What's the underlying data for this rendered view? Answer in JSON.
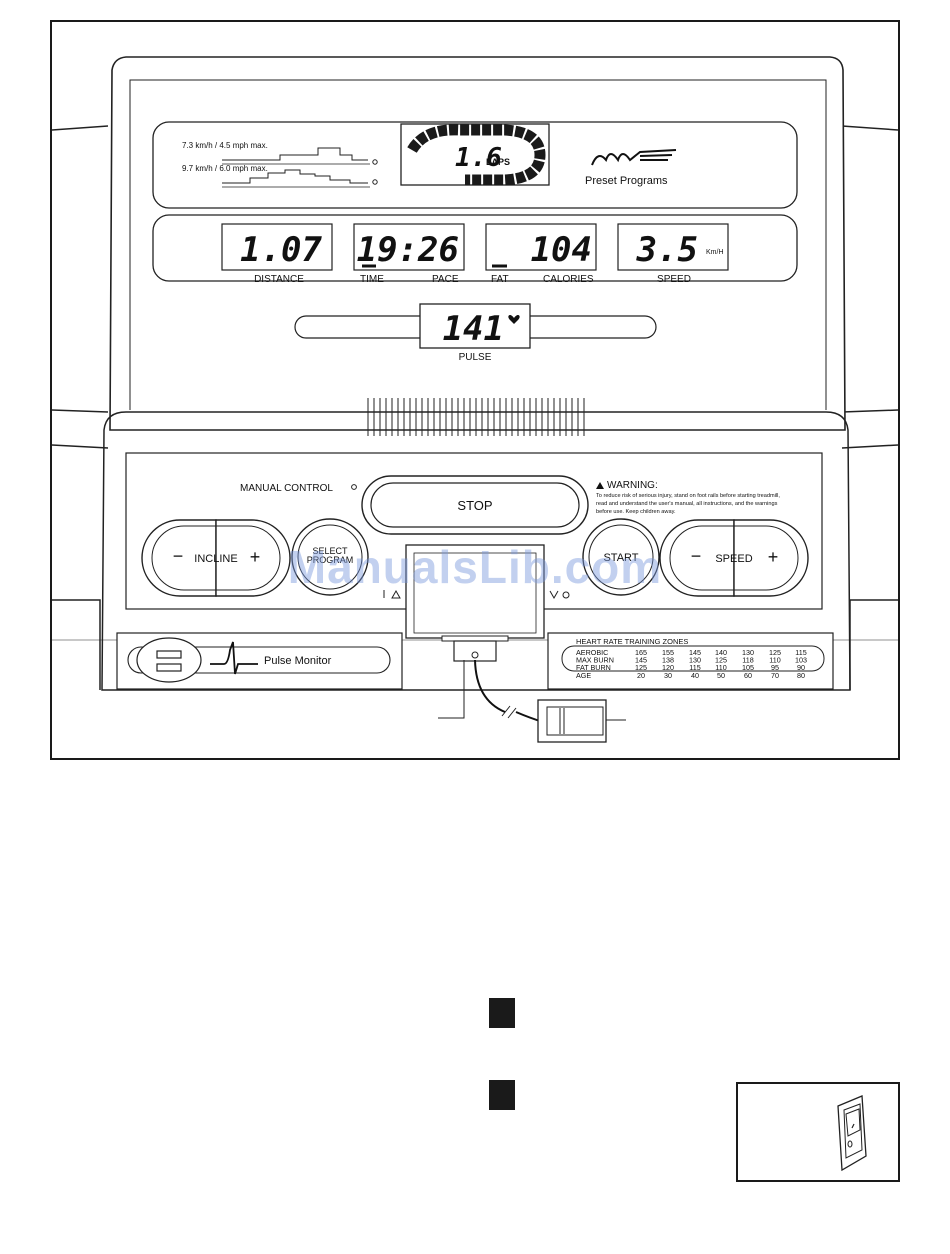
{
  "console": {
    "profile": {
      "line1": "7.3 km/h / 4.5 mph max.",
      "line2": "9.7 km/h / 6.0 mph max."
    },
    "track": {
      "value": "1.6",
      "unit": "LAPS"
    },
    "preset": {
      "label": "Preset Programs"
    },
    "displays": {
      "distance": {
        "value": "1.07",
        "label": "DISTANCE"
      },
      "time": {
        "value": "19:26",
        "label_left": "TIME",
        "label_right": "PACE"
      },
      "calories": {
        "value": "104",
        "label_left": "FAT",
        "label_right": "CALORIES"
      },
      "speed": {
        "value": "3.5",
        "unit": "Km/H",
        "label": "SPEED"
      }
    },
    "pulse": {
      "value": "141",
      "label": "PULSE"
    },
    "manual_control": "MANUAL CONTROL",
    "buttons": {
      "stop": "STOP",
      "incline": "INCLINE",
      "select_program_line1": "SELECT",
      "select_program_line2": "PROGRAM",
      "start": "START",
      "speed": "SPEED",
      "minus": "−",
      "plus": "+"
    },
    "warning": {
      "title": "WARNING:",
      "line1": "To reduce risk of serious injury, stand on foot rails before starting treadmill,",
      "line2": "read and understand the user's manual, all instructions, and the warnings",
      "line3": "before use.  Keep children away."
    },
    "pulse_monitor": "Pulse Monitor",
    "hr_table": {
      "title": "HEART RATE TRAINING ZONES",
      "rows": [
        {
          "label": "AEROBIC",
          "values": [
            "165",
            "155",
            "145",
            "140",
            "130",
            "125",
            "115"
          ]
        },
        {
          "label": "MAX BURN",
          "values": [
            "145",
            "138",
            "130",
            "125",
            "118",
            "110",
            "103"
          ]
        },
        {
          "label": "FAT BURN",
          "values": [
            "125",
            "120",
            "115",
            "110",
            "105",
            "95",
            "90"
          ]
        },
        {
          "label": "AGE",
          "values": [
            "20",
            "30",
            "40",
            "50",
            "60",
            "70",
            "80"
          ]
        }
      ]
    }
  },
  "watermark": "ManualsLib.com"
}
